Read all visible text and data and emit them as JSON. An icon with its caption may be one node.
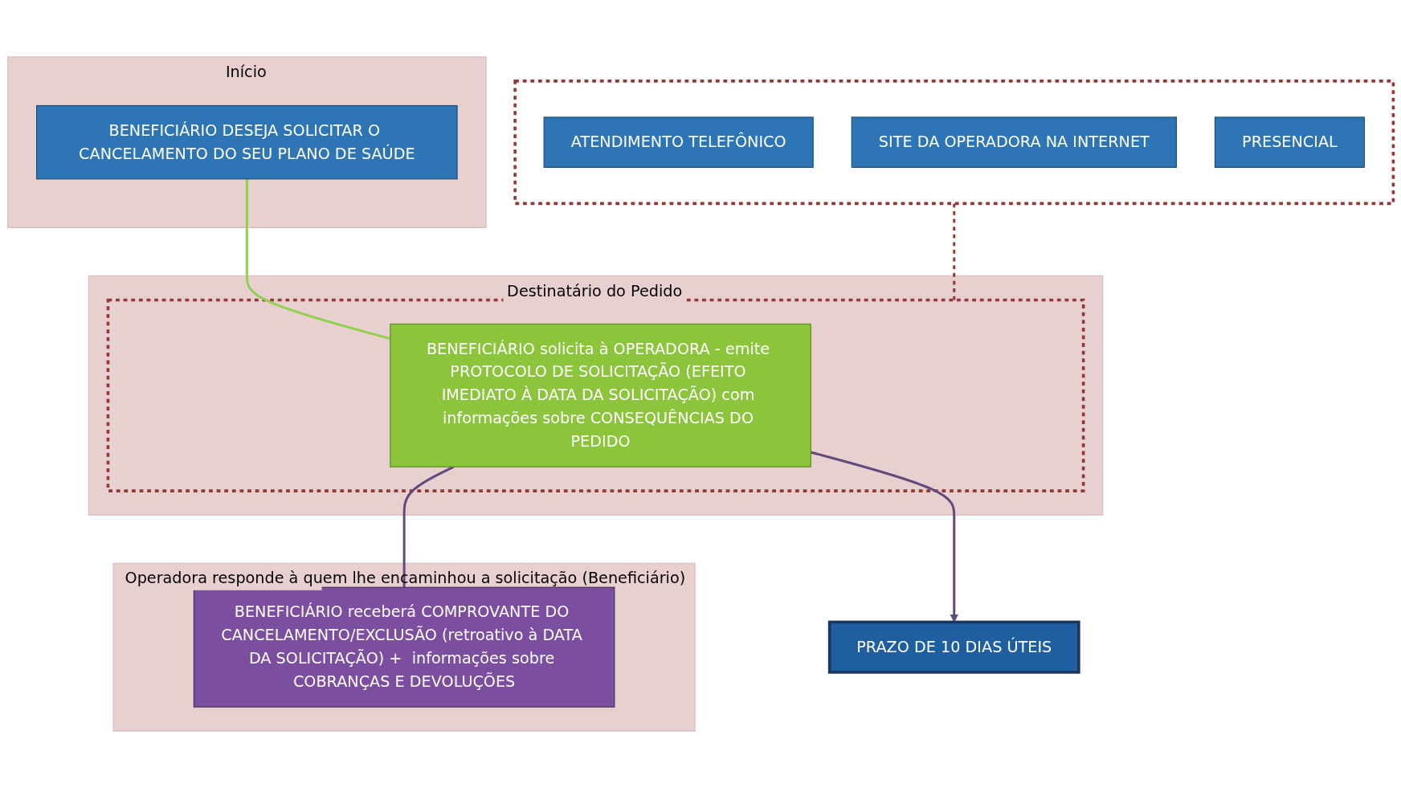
{
  "diagram": {
    "nodes": [
      {
        "text": [
          "Início"
        ]
      },
      {
        "text": [
          "BENEFICIÁRIO DESEJA SOLICITAR O CANCELAMENTO DO SEU PLANO DE SAÚDE"
        ],
        "in": 0
      },
      {
        "text": [],
        "shape": "box"
      },
      {
        "text": [
          "ATENDIMENTO TELEFÔNICO"
        ],
        "in": 2
      },
      {
        "text": [
          "SITE DA OPERADORA NA INTERNET"
        ],
        "in": 2
      },
      {
        "text": [
          "PRESENCIAL"
        ],
        "in": 2
      },
      {
        "text": [
          "Destinatário do Pedido"
        ]
      },
      {
        "text": [],
        "shape": "box",
        "in": 6
      },
      {
        "text": [
          "BENEFICIÁRIO solicita à OPERADORA - emite PROTOCOLO DE SOLICITAÇÃO (EFEITO IMEDIATO À DATA DA SOLICITAÇÃO) com informações sobre CONSEQUÊNCIAS DO PEDIDO"
        ],
        "in": 7
      },
      {
        "text": [
          "Operadora responde à quem lhe encaminhou a solicitação (Beneficiário)"
        ]
      },
      {
        "text": [
          "PRAZO DE 10 DIAS ÚTEIS"
        ]
      },
      {
        "text": [
          "BENEFICIÁRIO receberá COMPROVANTE DO CANCELAMENTO/EXCLUSÃO (retroativo à DATA DA SOLICITAÇÃO) +  informações sobre COBRANÇAS E DEVOLUÇÕES"
        ],
        "in": 9
      }
    ],
    "edges": [
      {
        "from": 1,
        "to": 8,
        "arrow": "none",
        "color": "#92d050"
      },
      {
        "from": 8,
        "to": 11,
        "arrow": "none",
        "color": "#604a7b"
      },
      {
        "from": 8,
        "to": 10,
        "arrow": "to",
        "color": "#604a7b"
      },
      {
        "from": 2,
        "to": 7,
        "arrow": "none",
        "style": "dashed",
        "color": "#953735"
      }
    ]
  }
}
